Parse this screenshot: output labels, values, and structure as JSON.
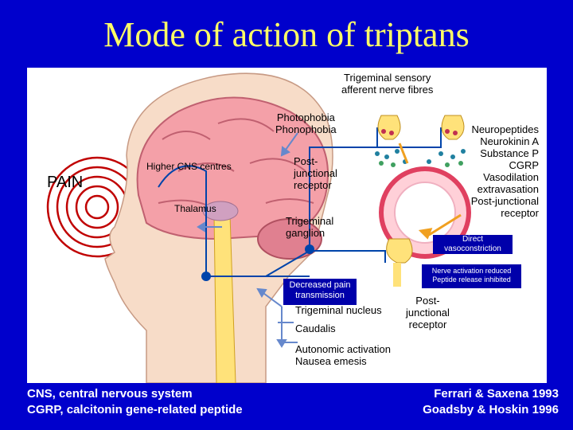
{
  "title": "Mode of action of triptans",
  "diagram": {
    "trigeminal_afferent": [
      "Trigeminal sensory",
      "afferent nerve fibres"
    ],
    "photophobia": [
      "Photophobia",
      "Phonophobia"
    ],
    "higher_cns": "Higher CNS centres",
    "pain": "PAIN",
    "thalamus": "Thalamus",
    "post_junctional_receptor_top": [
      "Post-",
      "junctional",
      "receptor"
    ],
    "trigeminal_ganglion": [
      "Trigeminal",
      "ganglion"
    ],
    "neuropeptides": [
      "Neuropeptides",
      "Neurokinin A",
      "Substance P",
      "CGRP",
      "Vasodilation",
      "extravasation",
      "Post-junctional",
      "receptor"
    ],
    "direct_vasoconstriction": [
      "Direct",
      "vasoconstriction"
    ],
    "nerve_activation": [
      "Nerve activation reduced",
      "Peptide release inhibited"
    ],
    "decreased_pain": [
      "Decreased pain",
      "transmission"
    ],
    "trigeminal_nucleus": "Trigeminal nucleus",
    "caudalis": "Caudalis",
    "post_junctional_receptor_bottom": [
      "Post-",
      "junctional",
      "receptor"
    ],
    "autonomic": [
      "Autonomic activation",
      "Nausea emesis"
    ]
  },
  "footer": {
    "left": [
      "CNS, central nervous system",
      "CGRP, calcitonin gene-related peptide"
    ],
    "right": [
      "Ferrari & Saxena 1993",
      "Goadsby & Hoskin 1996"
    ]
  },
  "colors": {
    "background": "#0000cc",
    "title": "#ffff66",
    "brain": "#f4a0a8",
    "spine": "#ffe27a",
    "arrow": "#f0a020"
  }
}
